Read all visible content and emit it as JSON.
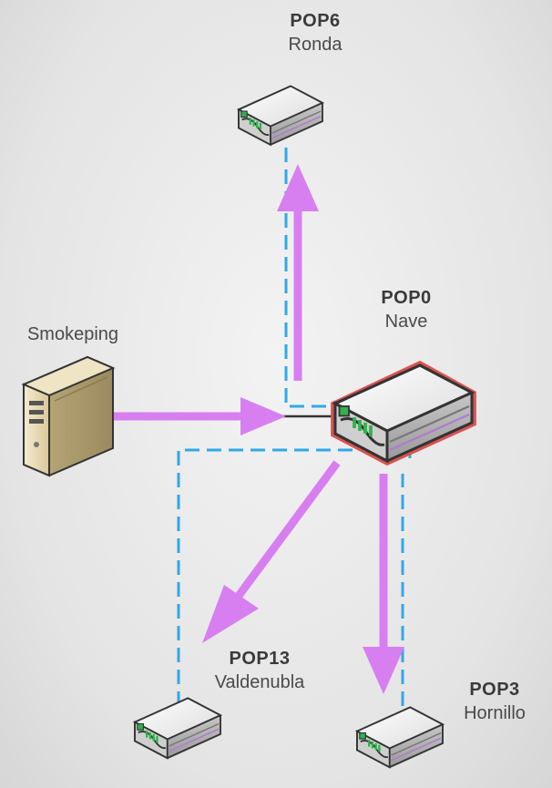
{
  "colors": {
    "link_dashed": "#2fa8e8",
    "link_solid": "#333333",
    "arrow": "#d77ff0",
    "device_highlight": "#d9534f"
  },
  "nodes": {
    "pop6": {
      "code": "POP6",
      "place": "Ronda",
      "icon": "router-icon"
    },
    "pop0": {
      "code": "POP0",
      "place": "Nave",
      "icon": "router-icon",
      "highlighted": true
    },
    "smokeping": {
      "place": "Smokeping",
      "icon": "server-icon"
    },
    "pop13": {
      "code": "POP13",
      "place": "Valdenubla",
      "icon": "router-icon"
    },
    "pop3": {
      "code": "POP3",
      "place": "Hornillo",
      "icon": "router-icon"
    }
  }
}
